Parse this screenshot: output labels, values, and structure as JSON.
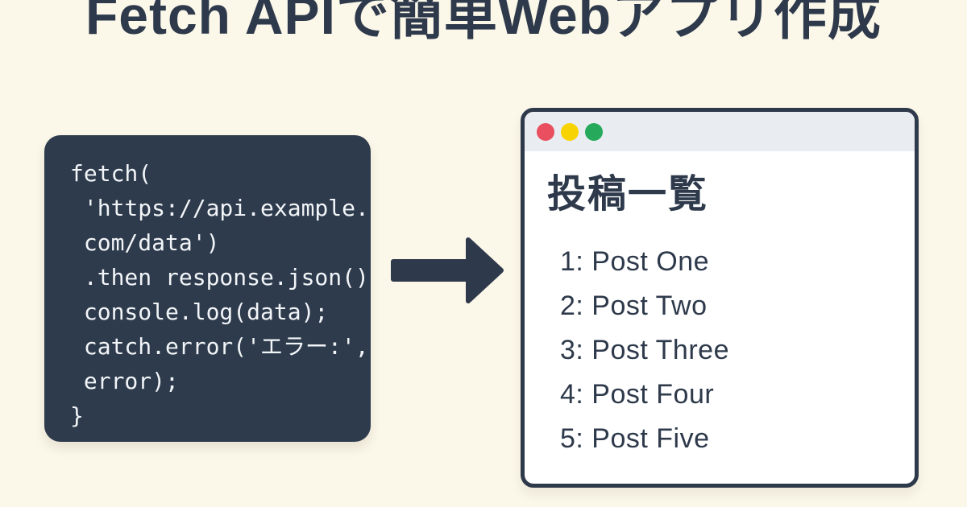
{
  "page": {
    "title": "Fetch APIで簡単Webアプリ作成"
  },
  "code_block": {
    "lines": [
      "fetch(",
      " 'https://api.example.",
      " com/data')",
      " .then response.json()",
      " console.log(data);",
      " catch.error('エラー:',",
      " error);",
      "}"
    ]
  },
  "arrow": {
    "direction": "right",
    "meaning": "code-produces-result"
  },
  "browser_window": {
    "traffic_lights": [
      {
        "name": "close",
        "color": "#E94F5F"
      },
      {
        "name": "minimize",
        "color": "#F8D303"
      },
      {
        "name": "zoom",
        "color": "#27A95B"
      }
    ],
    "heading": "投稿一覧",
    "posts": [
      "1: Post One",
      "2: Post Two",
      "3: Post Three",
      "4: Post Four",
      "5: Post Five"
    ]
  },
  "colors": {
    "background": "#FBF7E9",
    "dark_slate": "#2E3A4B",
    "code_background": "#2E3B4D",
    "code_text": "#F2F5F7",
    "titlebar_background": "#E9EDF1",
    "window_background": "#FFFFFF"
  }
}
